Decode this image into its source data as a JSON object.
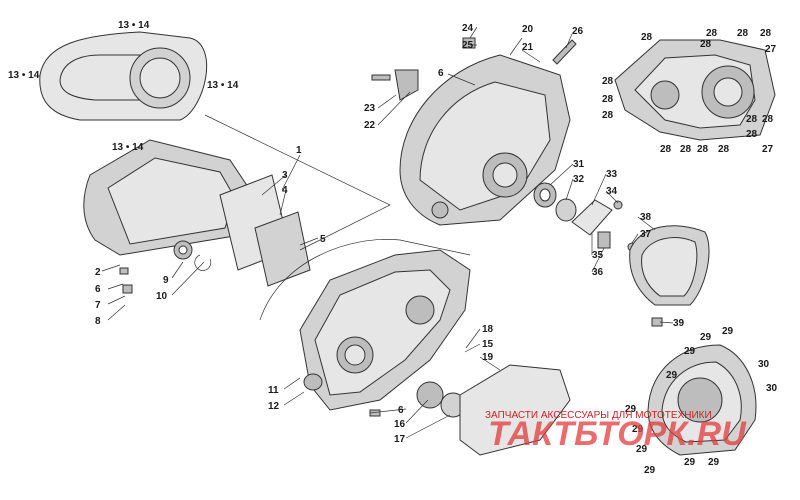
{
  "callouts": [
    "13 • 14",
    "13 • 14",
    "13 • 14",
    "13 • 14",
    "1",
    "2",
    "3",
    "4",
    "5",
    "6",
    "7",
    "8",
    "9",
    "10",
    "11",
    "12",
    "6",
    "16",
    "17",
    "15",
    "18",
    "19",
    "24",
    "25",
    "20",
    "21",
    "26",
    "6",
    "23",
    "22",
    "31",
    "32",
    "33",
    "34",
    "35",
    "36",
    "37",
    "38",
    "39",
    "28",
    "28",
    "28",
    "28",
    "28",
    "27",
    "28",
    "28",
    "28",
    "28",
    "28",
    "28",
    "28",
    "28",
    "28",
    "28",
    "27",
    "29",
    "29",
    "29",
    "30",
    "30",
    "29",
    "29",
    "29",
    "29",
    "29",
    "29",
    "29"
  ],
  "watermark": {
    "line1": "ЗАПЧАСТИ АКСЕССУАРЫ ДЛЯ МОТОТЕХНИКИ",
    "line2": "ТАКТБТОРК.RU"
  }
}
